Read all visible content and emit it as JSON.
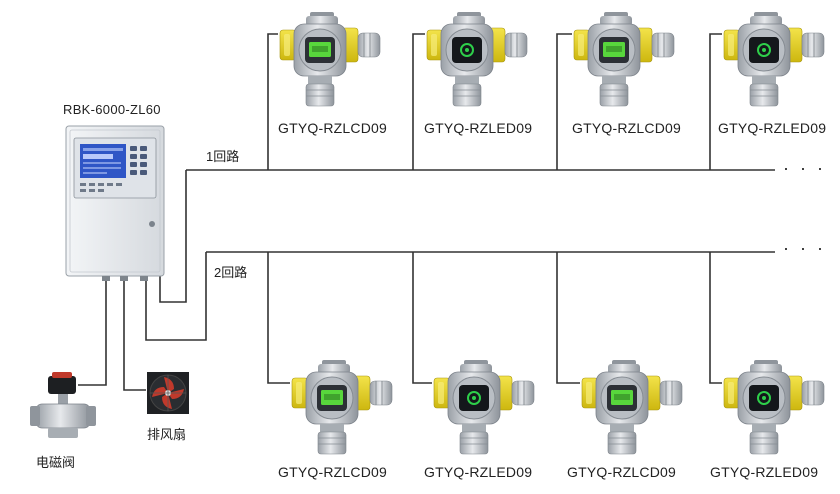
{
  "controller": {
    "model": "RBK-6000-ZL60"
  },
  "loops": [
    {
      "label": "1回路",
      "continuation": "· · ·"
    },
    {
      "label": "2回路",
      "continuation": "· · ·"
    }
  ],
  "detectors_top": [
    {
      "model": "GTYQ-RZLCD09",
      "display": "lcd"
    },
    {
      "model": "GTYQ-RZLED09",
      "display": "led"
    },
    {
      "model": "GTYQ-RZLCD09",
      "display": "lcd"
    },
    {
      "model": "GTYQ-RZLED09",
      "display": "led"
    }
  ],
  "detectors_bottom": [
    {
      "model": "GTYQ-RZLCD09",
      "display": "lcd"
    },
    {
      "model": "GTYQ-RZLED09",
      "display": "led"
    },
    {
      "model": "GTYQ-RZLCD09",
      "display": "lcd"
    },
    {
      "model": "GTYQ-RZLED09",
      "display": "led"
    }
  ],
  "peripherals": {
    "valve": "电磁阀",
    "fan": "排风扇"
  },
  "colors": {
    "wire": "#333333",
    "detector_yellow": "#e8d21a",
    "detector_body": "#c9ccd1",
    "lcd_green": "#58d63c",
    "led_green": "#2ecf4a",
    "cabinet": "#e9ecf0",
    "screen_blue": "#2f56c6",
    "fan_red": "#c0392b"
  }
}
